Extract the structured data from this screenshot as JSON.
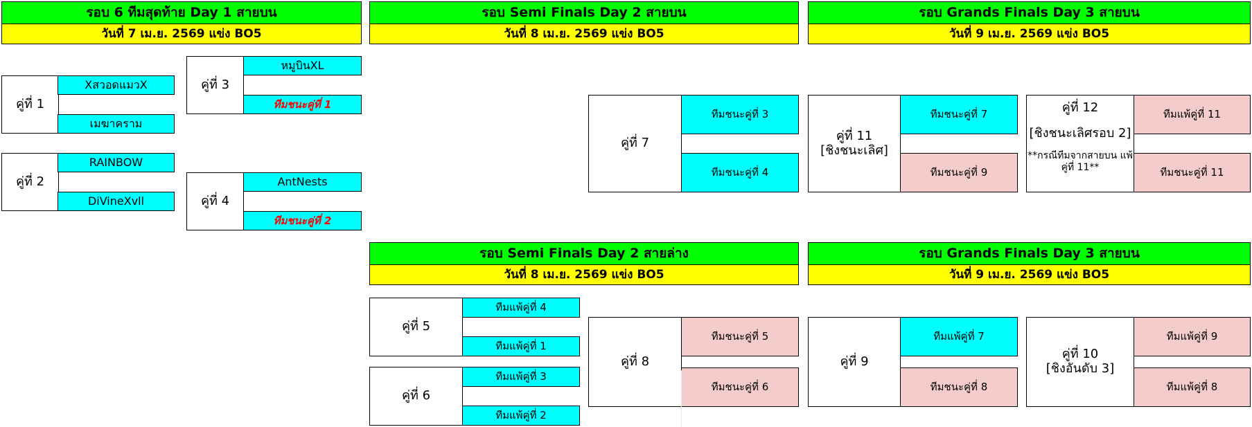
{
  "headers": {
    "r6": {
      "title": "รอบ 6 ทีมสุดท้าย Day 1 สายบน",
      "date": "วันที่ 7 เม.ย. 2569 แข่ง BO5"
    },
    "sf_upper": {
      "title": "รอบ Semi Finals Day 2 สายบน",
      "date": "วันที่ 8 เม.ย. 2569 แข่ง BO5"
    },
    "gf_top": {
      "title": "รอบ Grands Finals Day 3 สายบน",
      "date": "วันที่ 9 เม.ย. 2569 แข่ง BO5"
    },
    "sf_lower": {
      "title": "รอบ Semi Finals Day 2 สายล่าง",
      "date": "วันที่ 8 เม.ย. 2569 แข่ง BO5"
    },
    "gf_bottom": {
      "title": "รอบ Grands Finals Day 3 สายบน",
      "date": "วันที่ 9 เม.ย. 2569 แข่ง BO5"
    }
  },
  "matches": {
    "m1": {
      "label": "คู่ที่ 1",
      "team_a": "XสวอดแมวX",
      "team_b": "เมฆาคราม"
    },
    "m2": {
      "label": "คู่ที่ 2",
      "team_a": "RAINBOW",
      "team_b": "DiVineXvll"
    },
    "m3": {
      "label": "คู่ที่ 3",
      "team_a": "หมูบินXL",
      "team_b": "ทีมชนะคู่ที่ 1"
    },
    "m4": {
      "label": "คู่ที่ 4",
      "team_a": "AntNests",
      "team_b": "ทีมชนะคู่ที่ 2"
    },
    "m5": {
      "label": "คู่ที่ 5",
      "team_a": "ทีมแพ้คู่ที่ 4",
      "team_b": "ทีมแพ้คู่ที่ 1"
    },
    "m6": {
      "label": "คู่ที่ 6",
      "team_a": "ทีมแพ้คู่ที่ 3",
      "team_b": "ทีมแพ้คู่ที่ 2"
    },
    "m7": {
      "label": "คู่ที่ 7",
      "team_a": "ทีมชนะคู่ที่ 3",
      "team_b": "ทีมชนะคู่ที่ 4"
    },
    "m8": {
      "label": "คู่ที่ 8",
      "team_a": "ทีมชนะคู่ที่ 5",
      "team_b": "ทีมชนะคู่ที่ 6"
    },
    "m9": {
      "label": "คู่ที่ 9",
      "team_a": "ทีมแพ้คู่ที่ 7",
      "team_b": "ทีมชนะคู่ที่ 8"
    },
    "m10": {
      "label": "คู่ที่ 10",
      "sublabel": "[ชิงอันดับ 3]",
      "team_a": "ทีมแพ้คู่ที่ 9",
      "team_b": "ทีมแพ้คู่ที่ 8"
    },
    "m11": {
      "label": "คู่ที่ 11",
      "sublabel": "[ชิงชนะเลิศ]",
      "team_a": "ทีมชนะคู่ที่ 7",
      "team_b": "ทีมชนะคู่ที่ 9"
    },
    "m12": {
      "label": "คู่ที่ 12",
      "sublabel": "[ชิงชนะเลิศรอบ 2]",
      "note": "**กรณีทีมจากสายบน แพ้คู่ที่ 11**",
      "team_a": "ทีมแพ้คู่ที่ 11",
      "team_b": "ทีมชนะคู่ที่ 11"
    }
  },
  "colors": {
    "header_green": "#00ff00",
    "header_yellow": "#ffff00",
    "slot_cyan": "#00ffff",
    "slot_pink": "#f4cccc",
    "placeholder_red": "#ff0000"
  }
}
